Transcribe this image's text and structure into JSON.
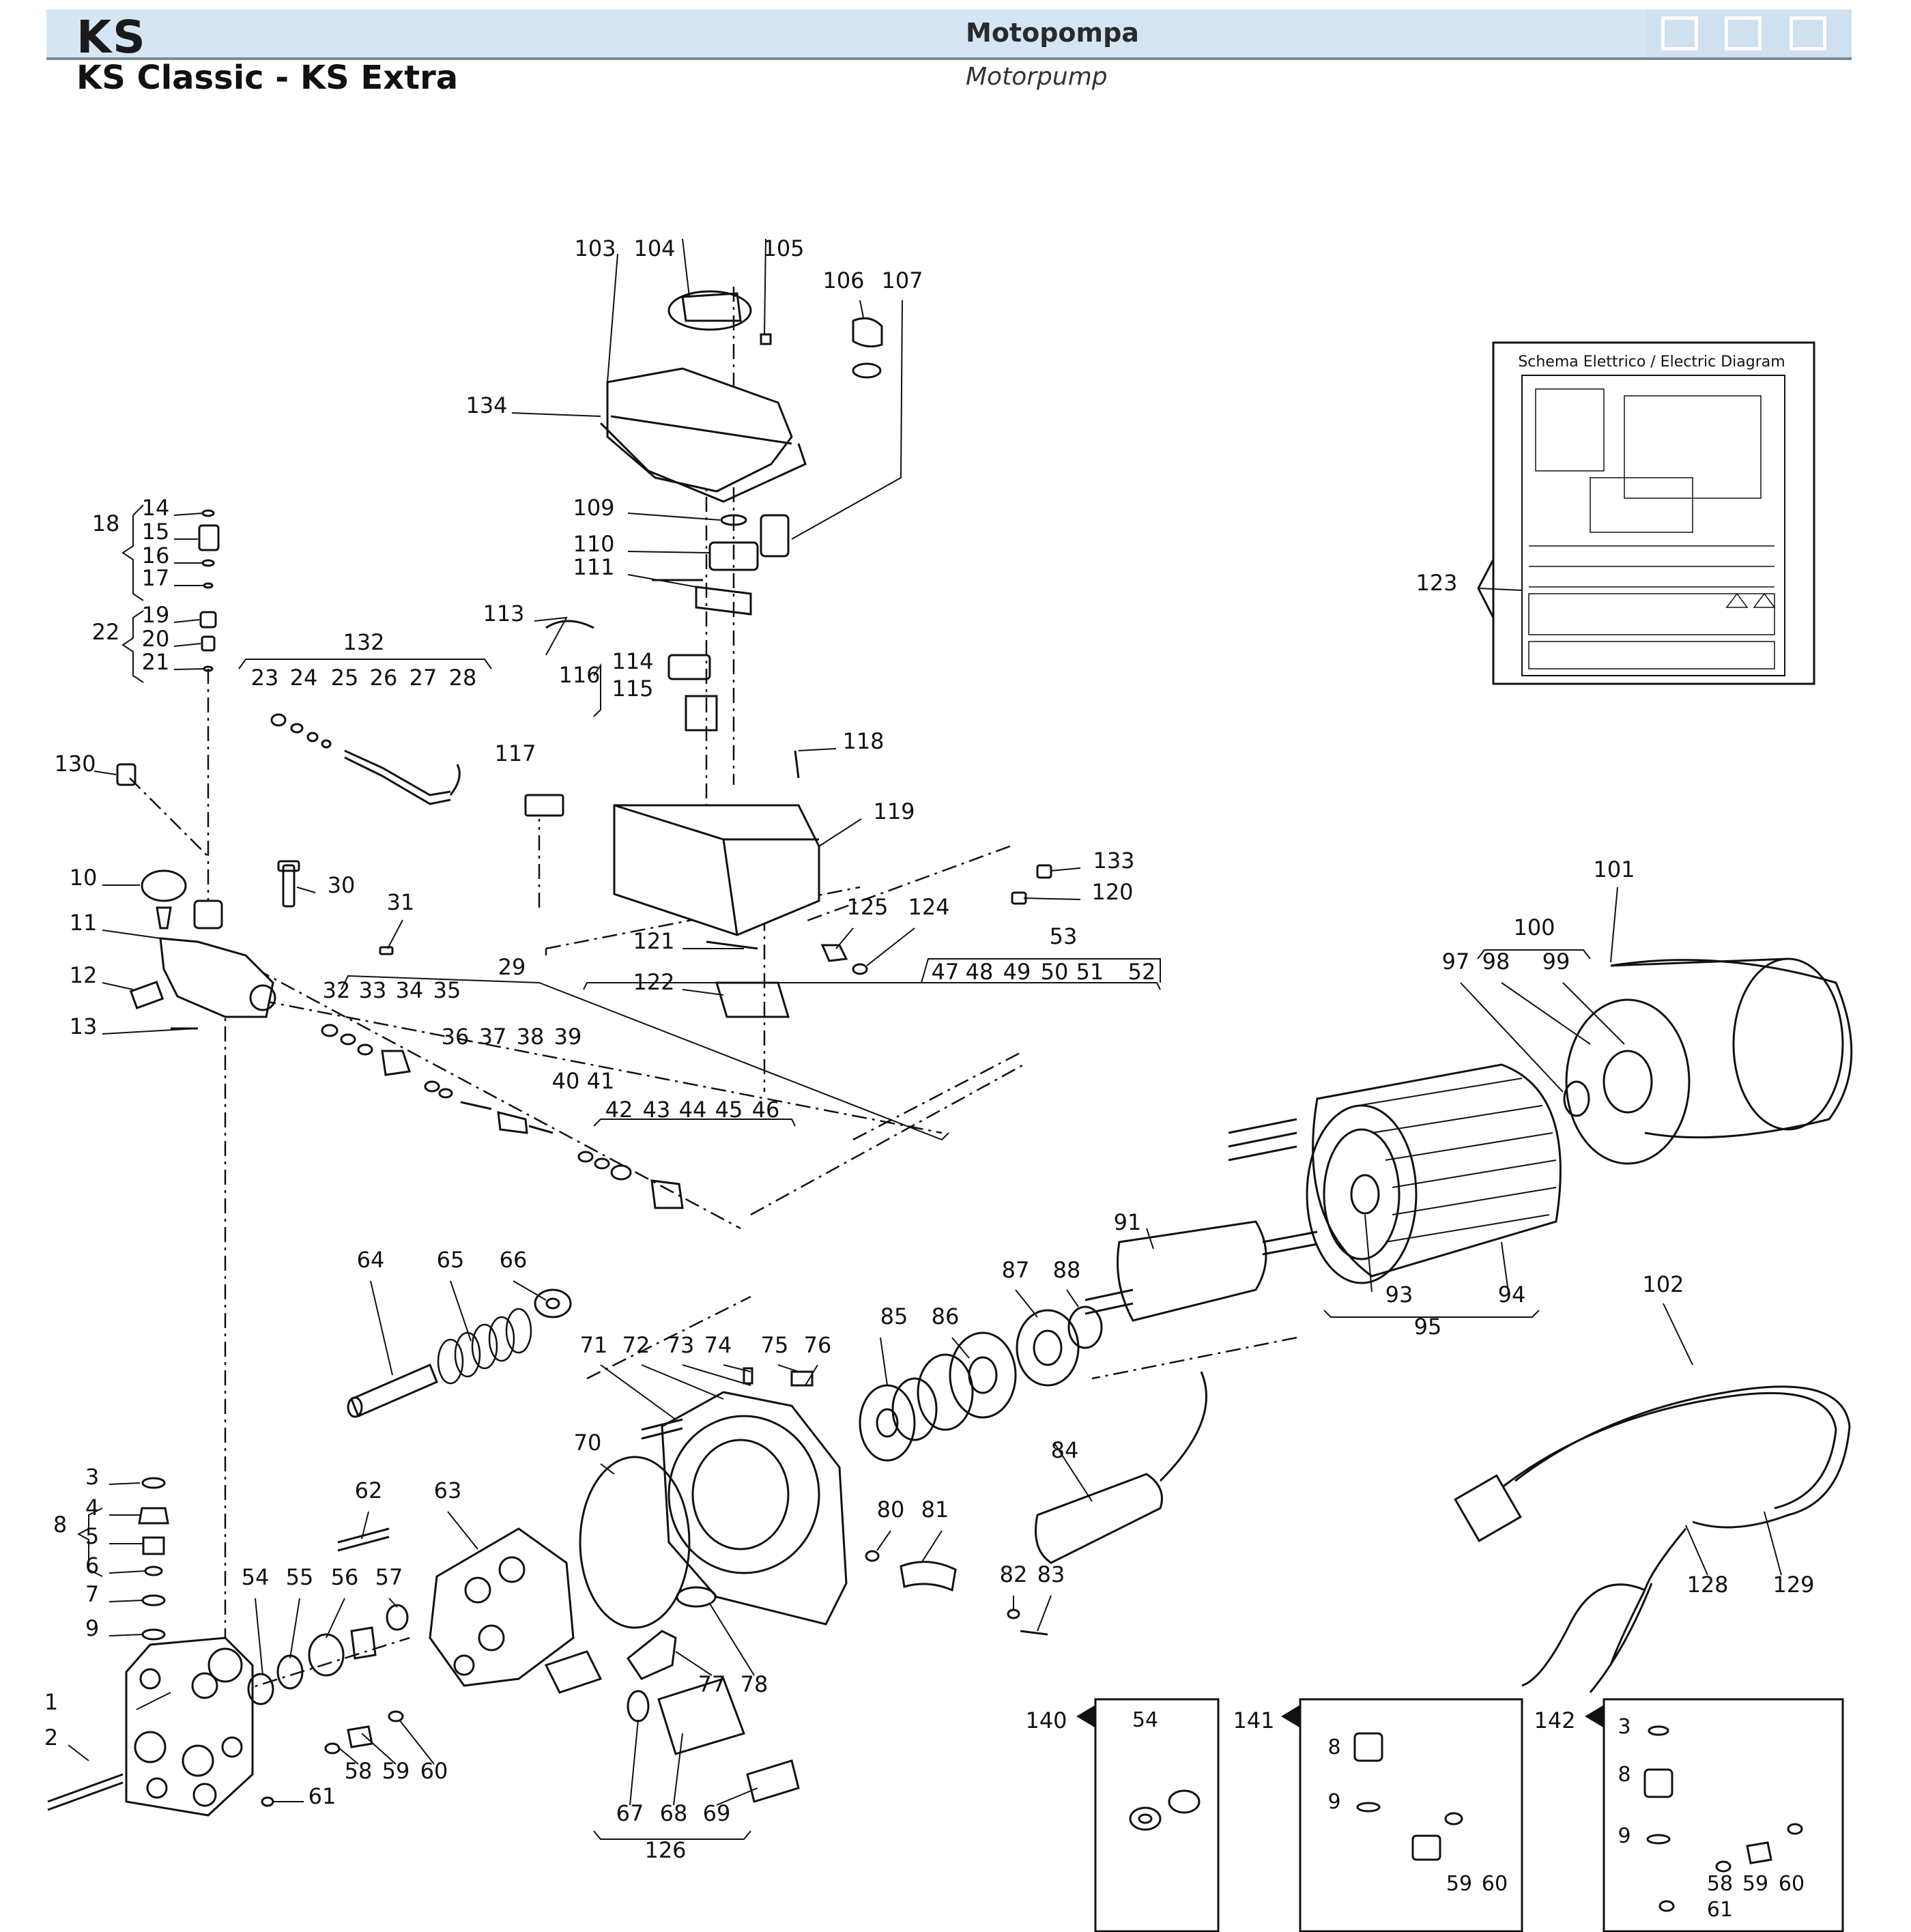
{
  "header": {
    "brand": "KS",
    "title_it": "Motopompa",
    "title_en": "Motorpump",
    "model": "KS Classic - KS Extra"
  },
  "electric_diagram": {
    "title": "Schema Elettrico / Electric Diagram"
  },
  "part_numbers": [
    "1",
    "2",
    "3",
    "4",
    "5",
    "6",
    "7",
    "8",
    "9",
    "10",
    "11",
    "12",
    "13",
    "14",
    "15",
    "16",
    "17",
    "18",
    "19",
    "20",
    "21",
    "22",
    "23",
    "24",
    "25",
    "26",
    "27",
    "28",
    "29",
    "30",
    "31",
    "32",
    "33",
    "34",
    "35",
    "36",
    "37",
    "38",
    "39",
    "40",
    "41",
    "42",
    "43",
    "44",
    "45",
    "46",
    "47",
    "48",
    "49",
    "50",
    "51",
    "52",
    "53",
    "54",
    "55",
    "56",
    "57",
    "58",
    "59",
    "60",
    "61",
    "62",
    "63",
    "64",
    "65",
    "66",
    "67",
    "68",
    "69",
    "70",
    "71",
    "72",
    "73",
    "74",
    "75",
    "76",
    "77",
    "78",
    "80",
    "81",
    "82",
    "83",
    "84",
    "85",
    "86",
    "87",
    "88",
    "91",
    "93",
    "94",
    "95",
    "97",
    "98",
    "99",
    "100",
    "101",
    "102",
    "103",
    "104",
    "105",
    "106",
    "107",
    "109",
    "110",
    "111",
    "113",
    "114",
    "115",
    "116",
    "117",
    "118",
    "119",
    "120",
    "121",
    "122",
    "123",
    "124",
    "125",
    "126",
    "128",
    "129",
    "130",
    "132",
    "133",
    "134",
    "140",
    "141",
    "142"
  ],
  "insets": [
    {
      "id": "140",
      "labels": [
        "54"
      ]
    },
    {
      "id": "141",
      "labels": [
        "8",
        "9",
        "59",
        "60"
      ]
    },
    {
      "id": "142",
      "labels": [
        "3",
        "8",
        "9",
        "58",
        "59",
        "60",
        "61"
      ]
    }
  ],
  "colors": {
    "header_bar": "#d5e5f3",
    "line": "#111111"
  }
}
